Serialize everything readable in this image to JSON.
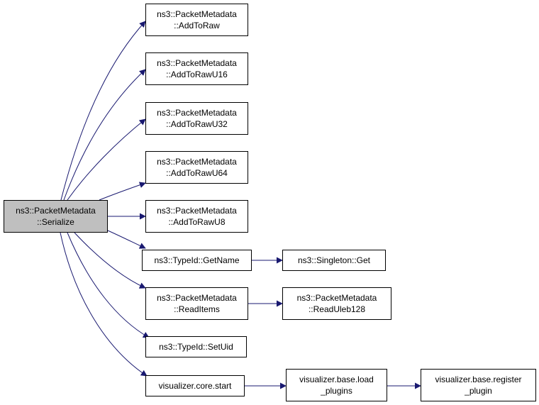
{
  "graph": {
    "root": {
      "line1": "ns3::PacketMetadata",
      "line2": "::Serialize"
    },
    "nodes": {
      "addtoraw": {
        "line1": "ns3::PacketMetadata",
        "line2": "::AddToRaw"
      },
      "addtorawu16": {
        "line1": "ns3::PacketMetadata",
        "line2": "::AddToRawU16"
      },
      "addtorawu32": {
        "line1": "ns3::PacketMetadata",
        "line2": "::AddToRawU32"
      },
      "addtorawu64": {
        "line1": "ns3::PacketMetadata",
        "line2": "::AddToRawU64"
      },
      "addtorawu8": {
        "line1": "ns3::PacketMetadata",
        "line2": "::AddToRawU8"
      },
      "getname": {
        "line1": "ns3::TypeId::GetName"
      },
      "singletonget": {
        "line1": "ns3::Singleton::Get"
      },
      "readitems": {
        "line1": "ns3::PacketMetadata",
        "line2": "::ReadItems"
      },
      "readuleb128": {
        "line1": "ns3::PacketMetadata",
        "line2": "::ReadUleb128"
      },
      "setuid": {
        "line1": "ns3::TypeId::SetUid"
      },
      "corestart": {
        "line1": "visualizer.core.start"
      },
      "loadplugins": {
        "line1": "visualizer.base.load",
        "line2": "_plugins"
      },
      "registerplugin": {
        "line1": "visualizer.base.register",
        "line2": "_plugin"
      }
    },
    "edges": [
      [
        "root",
        "addtoraw"
      ],
      [
        "root",
        "addtorawu16"
      ],
      [
        "root",
        "addtorawu32"
      ],
      [
        "root",
        "addtorawu64"
      ],
      [
        "root",
        "addtorawu8"
      ],
      [
        "root",
        "getname"
      ],
      [
        "root",
        "readitems"
      ],
      [
        "root",
        "setuid"
      ],
      [
        "root",
        "corestart"
      ],
      [
        "getname",
        "singletonget"
      ],
      [
        "readitems",
        "readuleb128"
      ],
      [
        "corestart",
        "loadplugins"
      ],
      [
        "loadplugins",
        "registerplugin"
      ]
    ],
    "colors": {
      "edge": "#191970",
      "root_fill": "#bfbfbf",
      "node_fill": "#ffffff",
      "border": "#000000"
    }
  }
}
